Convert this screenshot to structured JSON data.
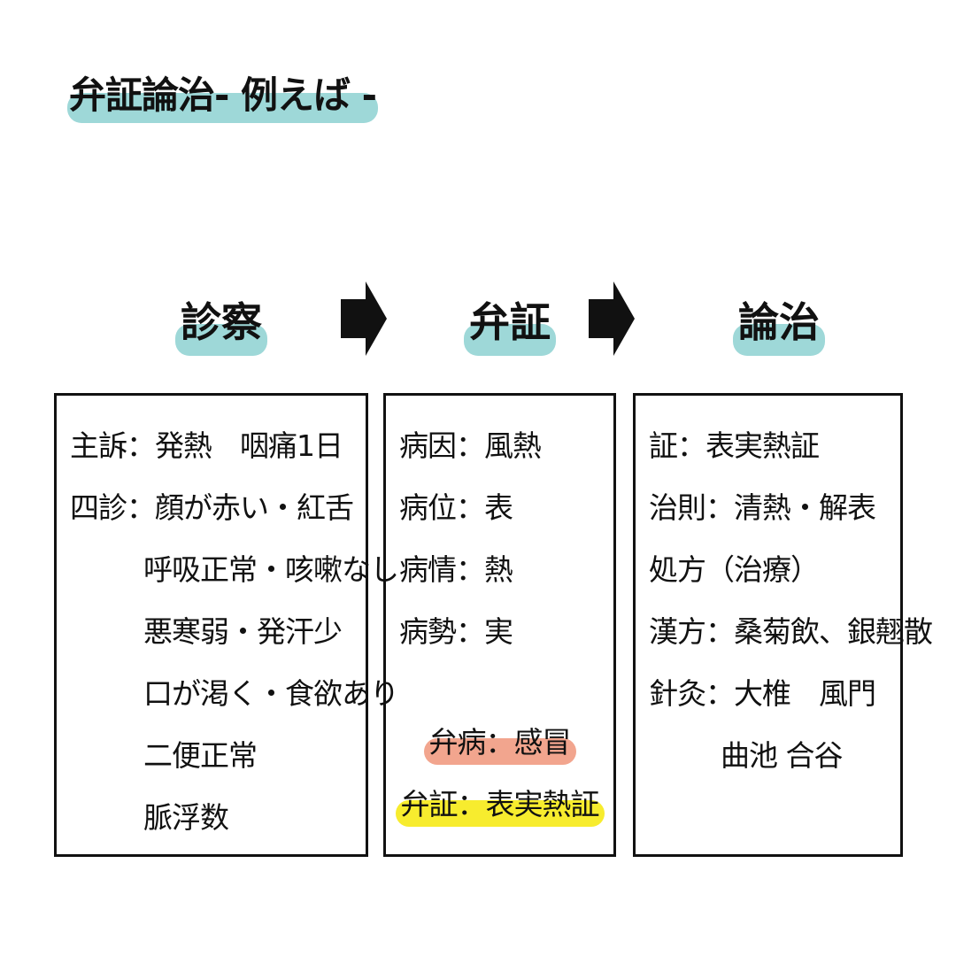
{
  "title": "弁証論治- 例えば -",
  "colors": {
    "teal": "#9ed8d8",
    "salmon": "#f2a58e",
    "yellow": "#f7ec2e",
    "black": "#111111"
  },
  "steps": [
    {
      "heading": "診察"
    },
    {
      "heading": "弁証"
    },
    {
      "heading": "論治"
    }
  ],
  "arrow_icon": "right-arrow-icon",
  "shinsatsu": {
    "lines": [
      "主訴：発熱　咽痛1日",
      "四診：顔が赤い・紅舌",
      "呼吸正常・咳嗽なし",
      "悪寒弱・発汗少",
      "口が渇く・食欲あり",
      "二便正常",
      "脈浮数"
    ]
  },
  "bensho": {
    "lines": [
      "病因：風熱",
      "病位：表",
      "病情：熱",
      "病勢：実"
    ],
    "disease": "弁病：感冒",
    "pattern": "弁証：表実熱証"
  },
  "ronchi": {
    "lines": [
      "証：表実熱証",
      "治則：清熱・解表",
      "処方（治療）",
      "漢方：桑菊飲、銀翹散",
      "針灸：大椎　風門",
      "曲池  合谷"
    ]
  }
}
